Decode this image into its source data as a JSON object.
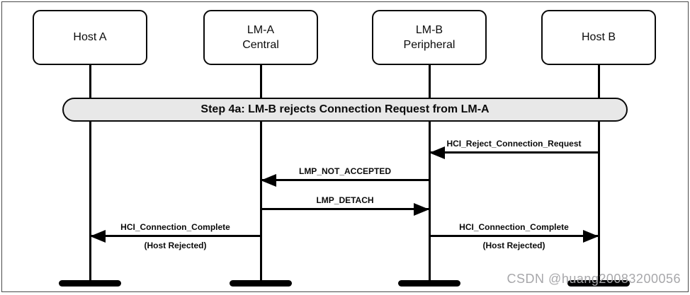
{
  "diagram": {
    "banner": {
      "label": "Step 4a: LM-B rejects Connection Request from LM-A"
    },
    "actors": [
      {
        "name": "Host A",
        "line1": "Host A",
        "line2": ""
      },
      {
        "name": "LM-A Central",
        "line1": "LM-A",
        "line2": "Central"
      },
      {
        "name": "LM-B Peripheral",
        "line1": "LM-B",
        "line2": "Peripheral"
      },
      {
        "name": "Host B",
        "line1": "Host B",
        "line2": ""
      }
    ],
    "messages": [
      {
        "label": "HCI_Reject_Connection_Request",
        "sublabel": "",
        "from": "Host B",
        "to": "LM-B Peripheral",
        "direction": "left"
      },
      {
        "label": "LMP_NOT_ACCEPTED",
        "sublabel": "",
        "from": "LM-B Peripheral",
        "to": "LM-A Central",
        "direction": "left"
      },
      {
        "label": "LMP_DETACH",
        "sublabel": "",
        "from": "LM-A Central",
        "to": "LM-B Peripheral",
        "direction": "right"
      },
      {
        "label": "HCI_Connection_Complete",
        "sublabel": "(Host Rejected)",
        "from": "LM-A Central",
        "to": "Host A",
        "direction": "left"
      },
      {
        "label": "HCI_Connection_Complete",
        "sublabel": "(Host Rejected)",
        "from": "LM-B Peripheral",
        "to": "Host B",
        "direction": "right"
      }
    ],
    "watermark": "CSDN @huang20083200056",
    "colors": {
      "background": "#ffffff",
      "frame": "#4a4a4a",
      "line": "#000000",
      "banner_fill": "#e8e8e8",
      "watermark": "#a7a7aa"
    }
  }
}
